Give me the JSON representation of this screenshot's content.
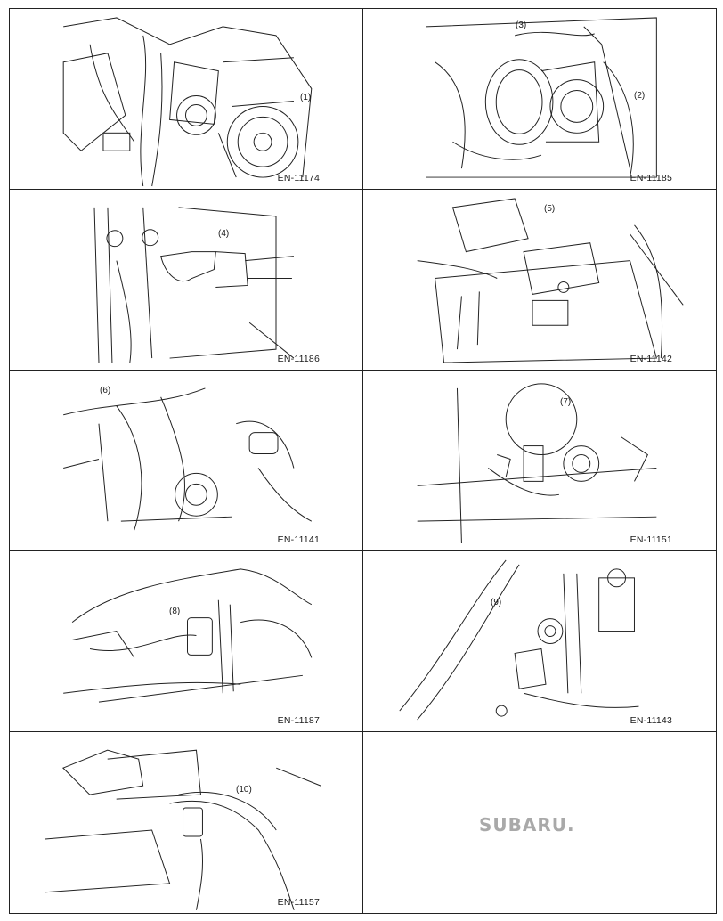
{
  "figures": [
    {
      "callout": "(1)",
      "code": "EN-11174"
    },
    {
      "callout_a": "(3)",
      "callout_b": "(2)",
      "code": "EN-11185"
    },
    {
      "callout": "(4)",
      "code": "EN-11186"
    },
    {
      "callout": "(5)",
      "code": "EN-11142"
    },
    {
      "callout": "(6)",
      "code": "EN-11141"
    },
    {
      "callout": "(7)",
      "code": "EN-11151"
    },
    {
      "callout": "(8)",
      "code": "EN-11187"
    },
    {
      "callout": "(9)",
      "code": "EN-11143"
    },
    {
      "callout": "(10)",
      "code": "EN-11157"
    }
  ],
  "logo": {
    "text": "SUBARU.",
    "color": "#a9a9a9"
  }
}
